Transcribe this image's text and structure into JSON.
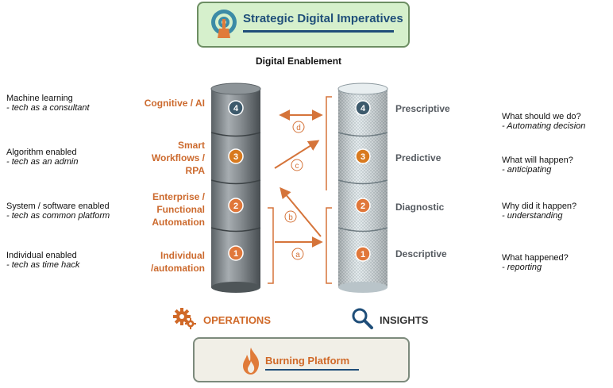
{
  "header": {
    "title": "Strategic Digital Imperatives"
  },
  "subtitle": "Digital Enablement",
  "left_column": [
    {
      "head": "Machine learning",
      "sub": "- tech as a consultant"
    },
    {
      "head": "Algorithm enabled",
      "sub": "- tech as an admin"
    },
    {
      "head": "System / software enabled",
      "sub": "- tech as common platform"
    },
    {
      "head": "Individual enabled",
      "sub": "- tech as time hack"
    }
  ],
  "operations": {
    "label": "OPERATIONS",
    "levels": [
      {
        "lines": [
          "Cognitive / AI"
        ],
        "num": "4",
        "color": "#3d5a6c"
      },
      {
        "lines": [
          "Smart",
          "Workflows /",
          "RPA"
        ],
        "num": "3",
        "color": "#d87a1f"
      },
      {
        "lines": [
          "Enterprise /",
          "Functional",
          "Automation"
        ],
        "num": "2",
        "color": "#e0773a"
      },
      {
        "lines": [
          "Individual",
          "/automation"
        ],
        "num": "1",
        "color": "#e0773a"
      }
    ]
  },
  "insights": {
    "label": "INSIGHTS",
    "levels": [
      {
        "label": "Prescriptive",
        "num": "4",
        "color": "#3d5a6c"
      },
      {
        "label": "Predictive",
        "num": "3",
        "color": "#d87a1f"
      },
      {
        "label": "Diagnostic",
        "num": "2",
        "color": "#e0773a"
      },
      {
        "label": "Descriptive",
        "num": "1",
        "color": "#e0773a"
      }
    ]
  },
  "right_column": [
    {
      "head": "What should we do?",
      "sub": "- Automating decision"
    },
    {
      "head": "What will happen?",
      "sub": "- anticipating"
    },
    {
      "head": "Why did it happen?",
      "sub": "- understanding"
    },
    {
      "head": "What happened?",
      "sub": "- reporting"
    }
  ],
  "arrows": {
    "a": "a",
    "b": "b",
    "c": "c",
    "d": "d"
  },
  "footer": {
    "title": "Burning Platform"
  },
  "colors": {
    "accent": "#d06928",
    "navy": "#1f4e79",
    "arrow": "#d5743a"
  },
  "icons": [
    "target-icon",
    "gear-icon",
    "magnifier-icon",
    "flame-icon"
  ]
}
